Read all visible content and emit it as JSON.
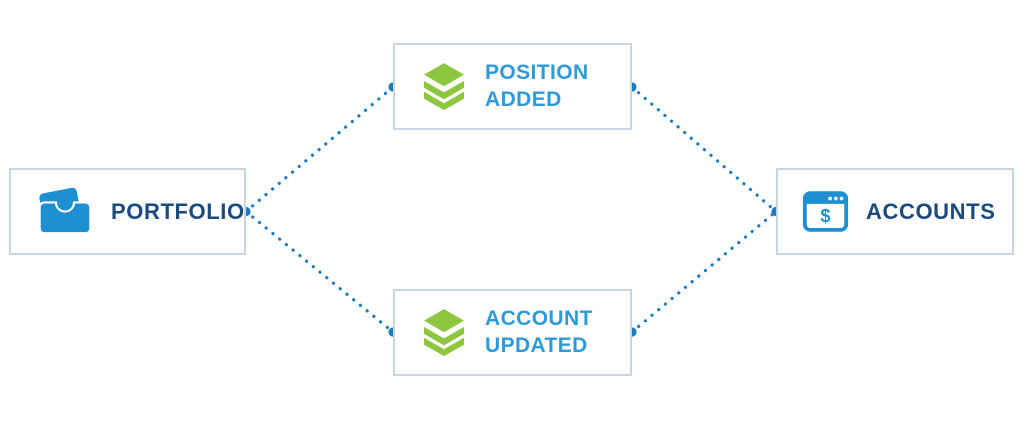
{
  "diagram": {
    "title": "portfolio-accounts-event-flow",
    "nodes": {
      "portfolio": {
        "label": "PORTFOLIO",
        "icon": "folder-icon"
      },
      "position_added": {
        "lines": [
          "POSITION",
          "ADDED"
        ],
        "icon": "layers-icon"
      },
      "account_updated": {
        "lines": [
          "ACCOUNT",
          "UPDATED"
        ],
        "icon": "layers-icon"
      },
      "accounts": {
        "label": "ACCOUNTS",
        "icon": "browser-dollar-icon",
        "icon_symbol": "$"
      }
    },
    "connections": [
      {
        "from": "portfolio",
        "to": "position_added",
        "style": "dotted"
      },
      {
        "from": "position_added",
        "to": "accounts",
        "style": "dotted"
      },
      {
        "from": "portfolio",
        "to": "account_updated",
        "style": "dotted"
      },
      {
        "from": "account_updated",
        "to": "accounts",
        "style": "dotted"
      }
    ],
    "colors": {
      "background": "#ffffff",
      "box_border": "#c7d7e2",
      "navy_text": "#1b4a7e",
      "sky_text": "#2e9bd8",
      "icon_blue": "#1e8fd0",
      "icon_green": "#8dc63f",
      "connector_blue": "#1a7dc2"
    }
  }
}
